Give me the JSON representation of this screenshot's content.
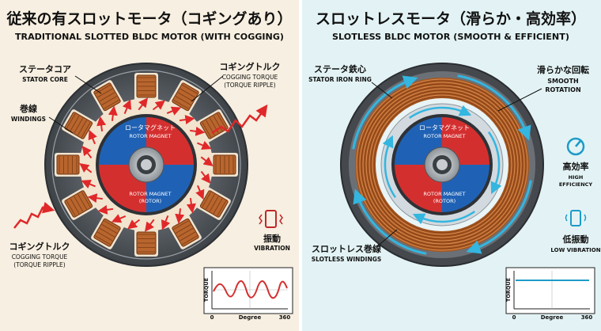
{
  "left": {
    "title_jp": "従来の有スロットモータ（コギングあり）",
    "title_en": "TRADITIONAL SLOTTED BLDC MOTOR (WITH COGGING)",
    "stator_core_jp": "ステータコア",
    "stator_core_en": "STATOR CORE",
    "windings_jp": "巻線",
    "windings_en": "WINDINGS",
    "cogging_top_jp": "コギングトルク",
    "cogging_top_en1": "COGGING TORQUE",
    "cogging_top_en2": "(TORQUE RIPPLE)",
    "cogging_bot_jp": "コギングトルク",
    "cogging_bot_en1": "COGGING TORQUE",
    "cogging_bot_en2": "(TORQUE RIPPLE)",
    "rotor_magnet_top_jp": "ロータマグネット",
    "rotor_magnet_top_en": "ROTOR MAGNET",
    "rotor_magnet_bot_en1": "ROTOR MAGNET",
    "rotor_magnet_bot_en2": "(ROTOR)",
    "vibration_jp": "振動",
    "vibration_en": "VIBRATION",
    "graph": {
      "ylabel": "TORQUE",
      "xlabel": "Degree",
      "x0": "0",
      "x1": "360"
    }
  },
  "right": {
    "title_jp": "スロットレスモータ（滑らか・高効率）",
    "title_en": "SLOTLESS BLDC MOTOR (SMOOTH & EFFICIENT)",
    "stator_ring_jp": "ステータ鉄心",
    "stator_ring_en": "STATOR IRON RING",
    "smooth_jp": "滑らかな回転",
    "smooth_en1": "SMOOTH",
    "smooth_en2": "ROTATION",
    "efficiency_jp": "高効率",
    "efficiency_en1": "HIGH",
    "efficiency_en2": "EFFICIENCY",
    "lowvib_jp": "低振動",
    "lowvib_en": "LOW VIBRATION",
    "windings_jp": "スロットレス巻線",
    "windings_en": "SLOTLESS WINDINGS",
    "rotor_magnet_top_jp": "ロータマグネット",
    "rotor_magnet_top_en": "ROTOR MAGNET",
    "rotor_magnet_bot_en1": "ROTOR MAGNET",
    "rotor_magnet_bot_en2": "(ROTOR)",
    "graph": {
      "ylabel": "TORQUE",
      "xlabel": "Degree",
      "x0": "0",
      "x1": "360"
    }
  },
  "colors": {
    "left_bg": "#f7efe1",
    "right_bg": "#e3f3f5",
    "magnet_red": "#d42f2f",
    "magnet_blue": "#1f62b5",
    "copper": "#b8652e",
    "accent_blue": "#1d9bc9"
  }
}
